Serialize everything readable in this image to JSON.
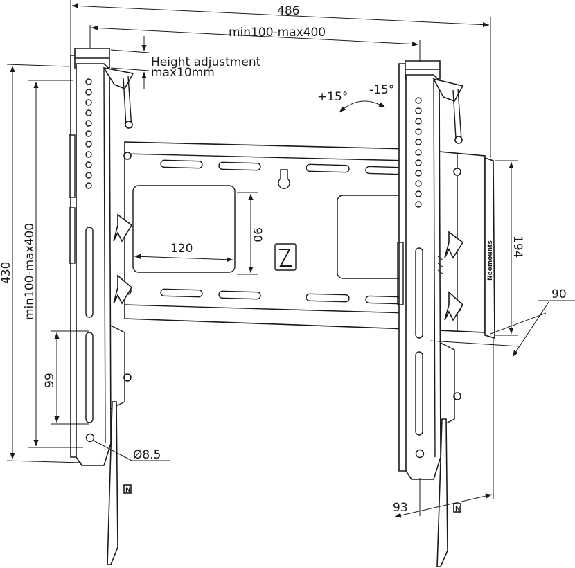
{
  "labels": {
    "total_width": "486",
    "vesa_width": "min100-max400",
    "height_adjust_line1": "Height adjustment",
    "height_adjust_line2": "max10mm",
    "tilt_plus": "+15°",
    "tilt_minus": "-15°",
    "total_height": "430",
    "vesa_height": "min100-max400",
    "hole_spacing": "99",
    "hole_diameter": "Ø8.5",
    "wall_plate_width": "120",
    "wall_plate_height": "90",
    "depth_194": "194",
    "depth_90": "90",
    "depth_93": "93",
    "brand_logo": "N",
    "brand_name": "Neomounts",
    "safety_tag": "N"
  }
}
